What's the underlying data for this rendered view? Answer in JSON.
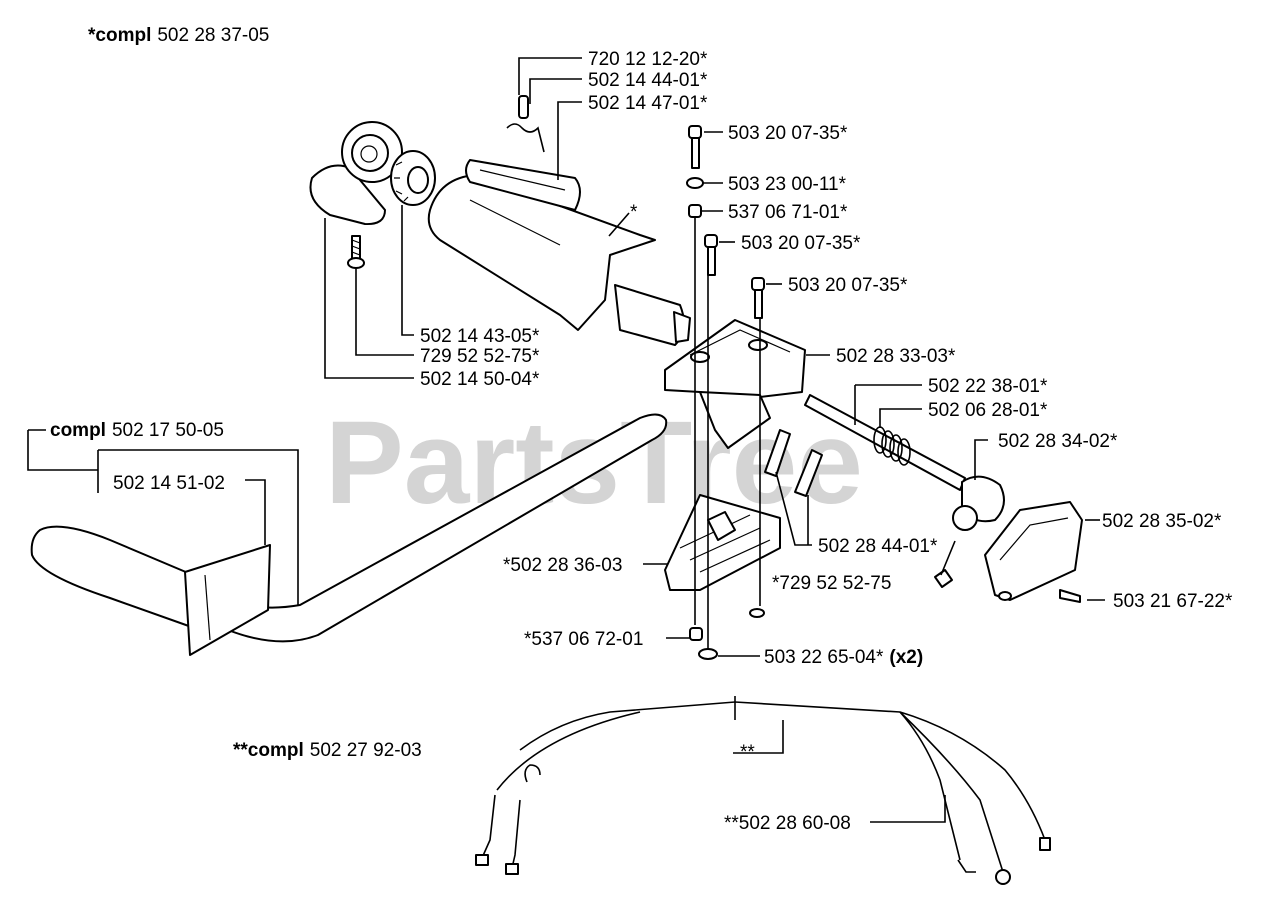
{
  "watermark": "PartsTree",
  "assemblies": {
    "handle_compl": {
      "prefix": "*compl",
      "number": "502 28 37-05"
    },
    "tube_compl": {
      "prefix": "compl",
      "number": "502 17 50-05"
    },
    "cable_compl": {
      "prefix": "**compl",
      "number": "502 27 92-03"
    }
  },
  "parts": [
    {
      "id": "p1",
      "label": "720 12 12-20*"
    },
    {
      "id": "p2",
      "label": "502 14 44-01*"
    },
    {
      "id": "p3",
      "label": "502 14 47-01*"
    },
    {
      "id": "p4",
      "label": "503 20 07-35*"
    },
    {
      "id": "p5",
      "label": "503 23 00-11*"
    },
    {
      "id": "p6",
      "label": "537 06 71-01*"
    },
    {
      "id": "p7",
      "label": "503 20 07-35*"
    },
    {
      "id": "p8",
      "label": "503 20 07-35*"
    },
    {
      "id": "p9",
      "label": "502 14 43-05*"
    },
    {
      "id": "p10",
      "label": "729 52 52-75*"
    },
    {
      "id": "p11",
      "label": "502 14 50-04*"
    },
    {
      "id": "p12",
      "label": "502 28 33-03*"
    },
    {
      "id": "p13",
      "label": "502 22 38-01*"
    },
    {
      "id": "p14",
      "label": "502 06 28-01*"
    },
    {
      "id": "p15",
      "label": "502 28 34-02*"
    },
    {
      "id": "p16",
      "label": "502 14 51-02"
    },
    {
      "id": "p17",
      "label": "502 28 35-02*"
    },
    {
      "id": "p18",
      "label": "502 28 44-01*"
    },
    {
      "id": "p19",
      "label": "*502 28 36-03"
    },
    {
      "id": "p20",
      "label": "*729 52 52-75"
    },
    {
      "id": "p21",
      "label": "503 21 67-22*"
    },
    {
      "id": "p22",
      "label": "*537 06 72-01"
    },
    {
      "id": "p23",
      "label": "503 22 65-04*",
      "qty": "(x2)"
    },
    {
      "id": "p24",
      "label": "**"
    },
    {
      "id": "p25",
      "label": "**502 28 60-08"
    },
    {
      "id": "p26",
      "label": "*"
    }
  ]
}
